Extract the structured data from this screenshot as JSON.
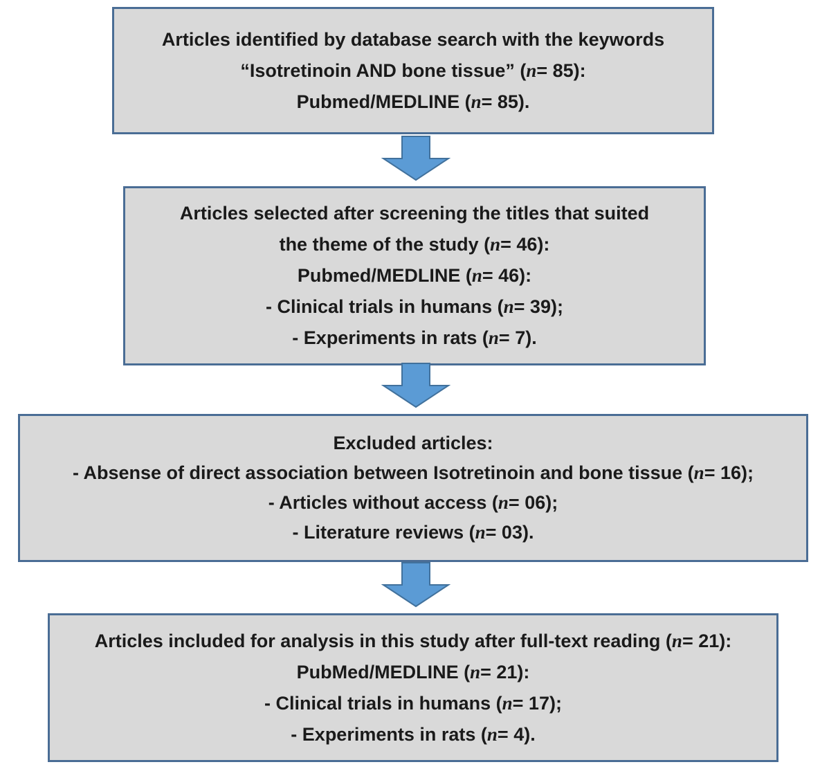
{
  "stage1": {
    "l1": "Articles identified by database search with the keywords",
    "l2a": "“Isotretinoin AND bone tissue” (",
    "n": "n",
    "l2b": "= 85):",
    "l3a": "Pubmed/MEDLINE (",
    "l3b": "= 85)."
  },
  "stage2": {
    "l1": "Articles selected after screening the titles that suited",
    "l2a": "the theme of the study (",
    "n": "n",
    "l2b": "= 46):",
    "l3a": "Pubmed/MEDLINE (",
    "l3b": "= 46):",
    "l4a": "- Clinical trials in humans (",
    "l4b": "= 39);",
    "l5a": "- Experiments in rats (",
    "l5b": "= 7)."
  },
  "stage3": {
    "l1": "Excluded articles:",
    "l2a": "- Absense of direct association between Isotretinoin and bone tissue (",
    "n": "n",
    "l2b": "= 16);",
    "l3a": "- Articles without access (",
    "l3b": "= 06);",
    "l4a": "- Literature reviews (",
    "l4b": "= 03)."
  },
  "stage4": {
    "l1a": "Articles included for analysis in this study after full-text reading (",
    "n": "n",
    "l1b": "= 21):",
    "l2a": "PubMed/MEDLINE (",
    "l2b": "= 21):",
    "l3a": "- Clinical trials in humans (",
    "l3b": "= 17);",
    "l4a": "- Experiments in rats (",
    "l4b": "= 4)."
  },
  "colors": {
    "box_fill": "#d9d9d9",
    "box_border": "#4a6d95",
    "arrow_fill": "#5b9bd5",
    "arrow_stroke": "#41719c"
  }
}
